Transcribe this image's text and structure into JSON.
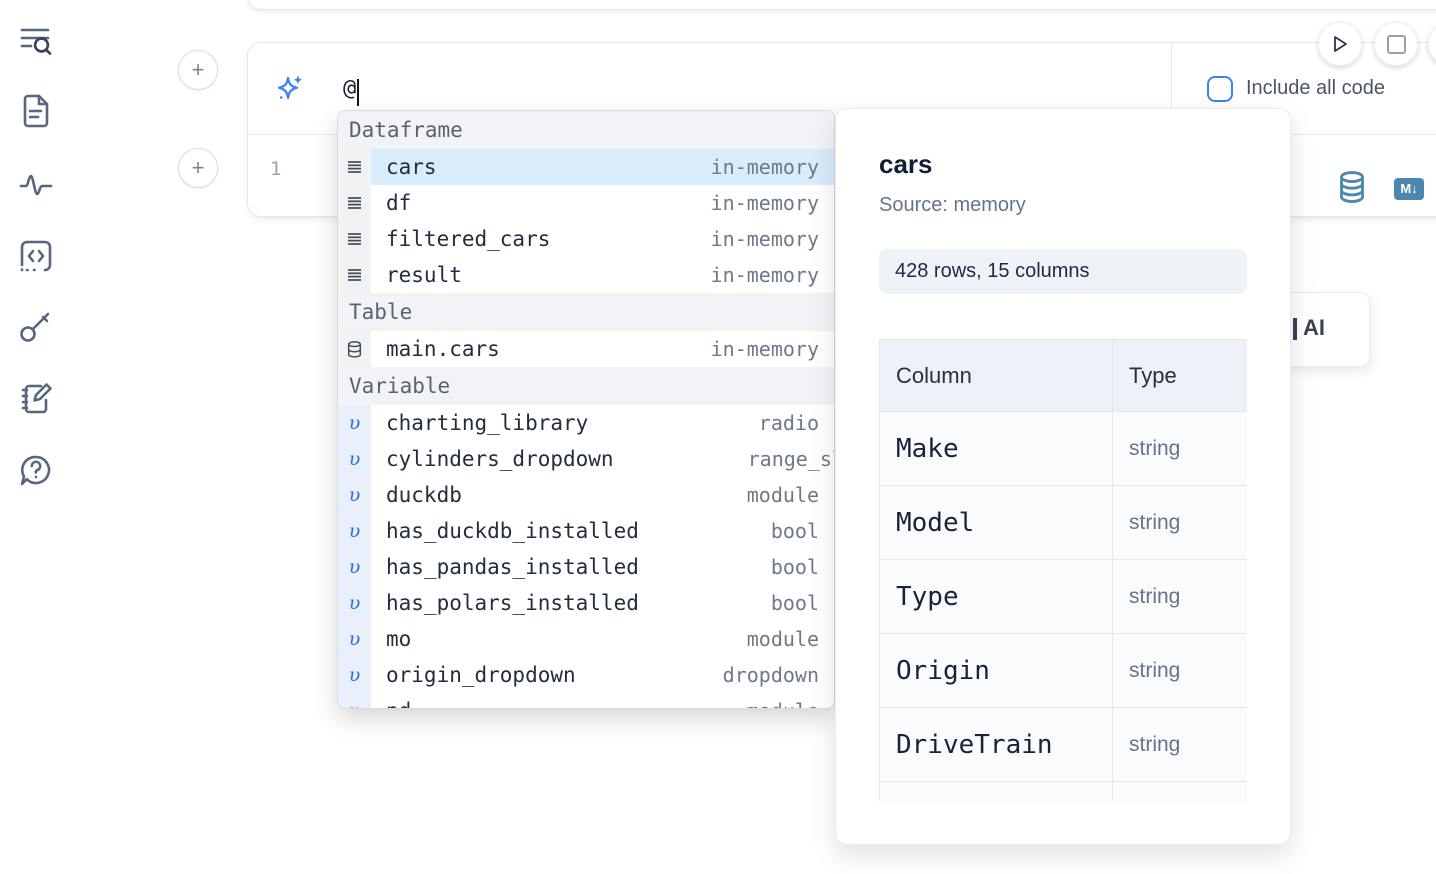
{
  "sidebar": {
    "items": [
      {
        "id": "toc",
        "icon": "list-search-icon"
      },
      {
        "id": "files",
        "icon": "document-icon"
      },
      {
        "id": "tracing",
        "icon": "activity-icon"
      },
      {
        "id": "snippets",
        "icon": "code-icon"
      },
      {
        "id": "secrets",
        "icon": "key-icon"
      },
      {
        "id": "scratchpad",
        "icon": "notebook-pen-icon"
      },
      {
        "id": "help",
        "icon": "help-chat-icon"
      }
    ]
  },
  "toolbar": {
    "run_icon": "play-icon",
    "stop_icon": "stop-icon"
  },
  "ai_cell": {
    "prompt_value": "@",
    "sparkle_icon": "sparkles-icon",
    "include_all_code": {
      "label": "Include all code",
      "checked": false
    }
  },
  "code_cell": {
    "line_number": "1",
    "database_icon": "database-icon",
    "markdown_badge": "M↓"
  },
  "autocomplete": {
    "groups": [
      {
        "label": "Dataframe",
        "items": [
          {
            "name": "cars",
            "type": "in-memory",
            "icon": "dataframe-icon",
            "selected": true
          },
          {
            "name": "df",
            "type": "in-memory",
            "icon": "dataframe-icon"
          },
          {
            "name": "filtered_cars",
            "type": "in-memory",
            "icon": "dataframe-icon"
          },
          {
            "name": "result",
            "type": "in-memory",
            "icon": "dataframe-icon"
          }
        ]
      },
      {
        "label": "Table",
        "items": [
          {
            "name": "main.cars",
            "type": "in-memory",
            "icon": "table-database-icon"
          }
        ]
      },
      {
        "label": "Variable",
        "items": [
          {
            "name": "charting_library",
            "type": "radio",
            "icon": "variable-icon"
          },
          {
            "name": "cylinders_dropdown",
            "type": "range_sli",
            "icon": "variable-icon",
            "clipped": true
          },
          {
            "name": "duckdb",
            "type": "module",
            "icon": "variable-icon"
          },
          {
            "name": "has_duckdb_installed",
            "type": "bool",
            "icon": "variable-icon"
          },
          {
            "name": "has_pandas_installed",
            "type": "bool",
            "icon": "variable-icon"
          },
          {
            "name": "has_polars_installed",
            "type": "bool",
            "icon": "variable-icon"
          },
          {
            "name": "mo",
            "type": "module",
            "icon": "variable-icon"
          },
          {
            "name": "origin_dropdown",
            "type": "dropdown",
            "icon": "variable-icon"
          },
          {
            "name": "pd",
            "type": "module",
            "icon": "variable-icon",
            "partial": true
          }
        ]
      }
    ]
  },
  "preview": {
    "title": "cars",
    "source": "Source: memory",
    "shape_badge": "428 rows, 15 columns",
    "table": {
      "headers": [
        "Column",
        "Type"
      ],
      "rows": [
        [
          "Make",
          "string"
        ],
        [
          "Model",
          "string"
        ],
        [
          "Type",
          "string"
        ],
        [
          "Origin",
          "string"
        ],
        [
          "DriveTrain",
          "string"
        ]
      ],
      "has_partial_row": true
    }
  },
  "ai_overlay_button": {
    "label": "AI"
  },
  "colors": {
    "accent_blue": "#3b82f6",
    "steel_blue": "#4d86ae",
    "selected_row": "#d9ecfc",
    "panel_badge_bg": "#eff3f8"
  }
}
